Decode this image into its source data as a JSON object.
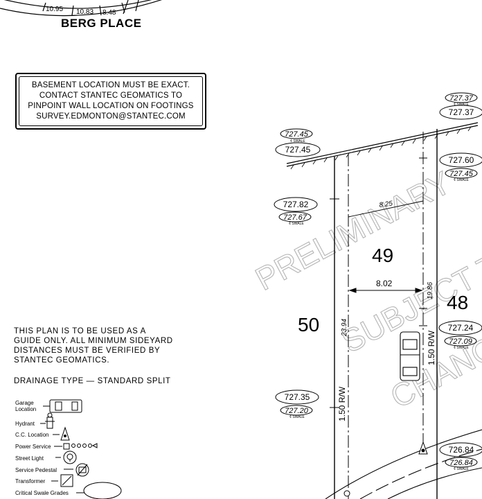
{
  "street": {
    "name": "BERG PLACE"
  },
  "top_dims": [
    "10.95",
    "10.83",
    "8.48"
  ],
  "basement_note": {
    "lines": [
      "BASEMENT LOCATION MUST BE EXACT.",
      "CONTACT STANTEC GEOMATICS TO",
      "PINPOINT WALL LOCATION ON FOOTINGS",
      "SURVEY.EDMONTON@STANTEC.COM"
    ]
  },
  "guide_note": {
    "lines": [
      "THIS PLAN IS TO BE USED AS A",
      "GUIDE ONLY. ALL MINIMUM SIDEYARD",
      "DISTANCES MUST BE VERIFIED BY",
      "STANTEC GEOMATICS."
    ]
  },
  "drainage": {
    "label": "DRAINAGE TYPE — STANDARD SPLIT"
  },
  "legend": {
    "items": [
      {
        "label": "Garage",
        "label2": "Location",
        "icon": "garage-icon"
      },
      {
        "label": "Hydrant",
        "icon": "hydrant-icon"
      },
      {
        "label": "C.C. Location",
        "icon": "cc-location-icon"
      },
      {
        "label": "Power Service",
        "icon": "power-service-icon"
      },
      {
        "label": "Street Light",
        "icon": "street-light-icon"
      },
      {
        "label": "Service Pedestal",
        "icon": "service-pedestal-icon"
      },
      {
        "label": "Transformer",
        "icon": "transformer-icon"
      },
      {
        "label": "Critical Swale Grades",
        "icon": "swale-grade-icon"
      }
    ]
  },
  "lots": {
    "lot_49": "49",
    "lot_50": "50",
    "lot_48": "48"
  },
  "dims": {
    "front": "8.25",
    "mid": "8.02",
    "side_right": "19.86",
    "side_left": "23.94"
  },
  "rw": {
    "left": "1.50 R/W",
    "right": "1.50 R/W"
  },
  "swale_tag": "¢ SWALE",
  "elevations": {
    "e1": "727.45",
    "e1s": "727.45",
    "e2": "727.82",
    "e2s": "727.67",
    "e3": "727.35",
    "e3s": "727.20",
    "e4": "727.37",
    "e4s": "727.37",
    "e5": "727.60",
    "e5s": "727.45",
    "e6": "727.24",
    "e6s": "727.09",
    "e7": "726.84",
    "e7s": "726.84"
  },
  "watermark": {
    "line1": "PRELIMINARY",
    "line2": "SUBJECT TO",
    "line3": "CHANGE"
  },
  "colors": {
    "ink": "#000000",
    "watermark": "#c8c8c8"
  }
}
